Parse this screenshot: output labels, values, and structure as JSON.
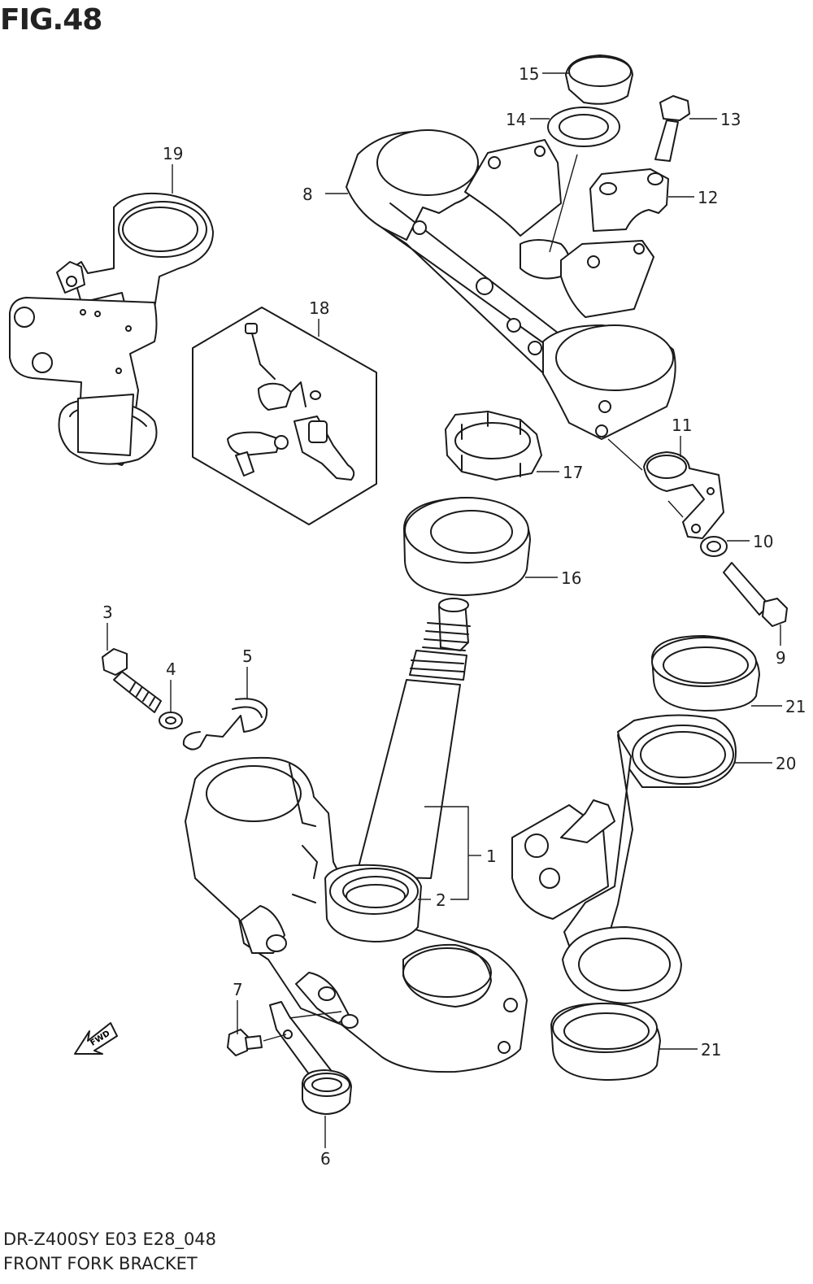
{
  "figure": {
    "title": "FIG.48"
  },
  "footer": {
    "model_code": "DR-Z400SY E03 E28_048",
    "name": "FRONT FORK BRACKET"
  },
  "fwd_badge": "FWD",
  "callouts": [
    "15",
    "14",
    "13",
    "12",
    "8",
    "19",
    "18",
    "11",
    "17",
    "10",
    "16",
    "9",
    "3",
    "4",
    "5",
    "21",
    "20",
    "1",
    "2",
    "7",
    "21",
    "6"
  ]
}
